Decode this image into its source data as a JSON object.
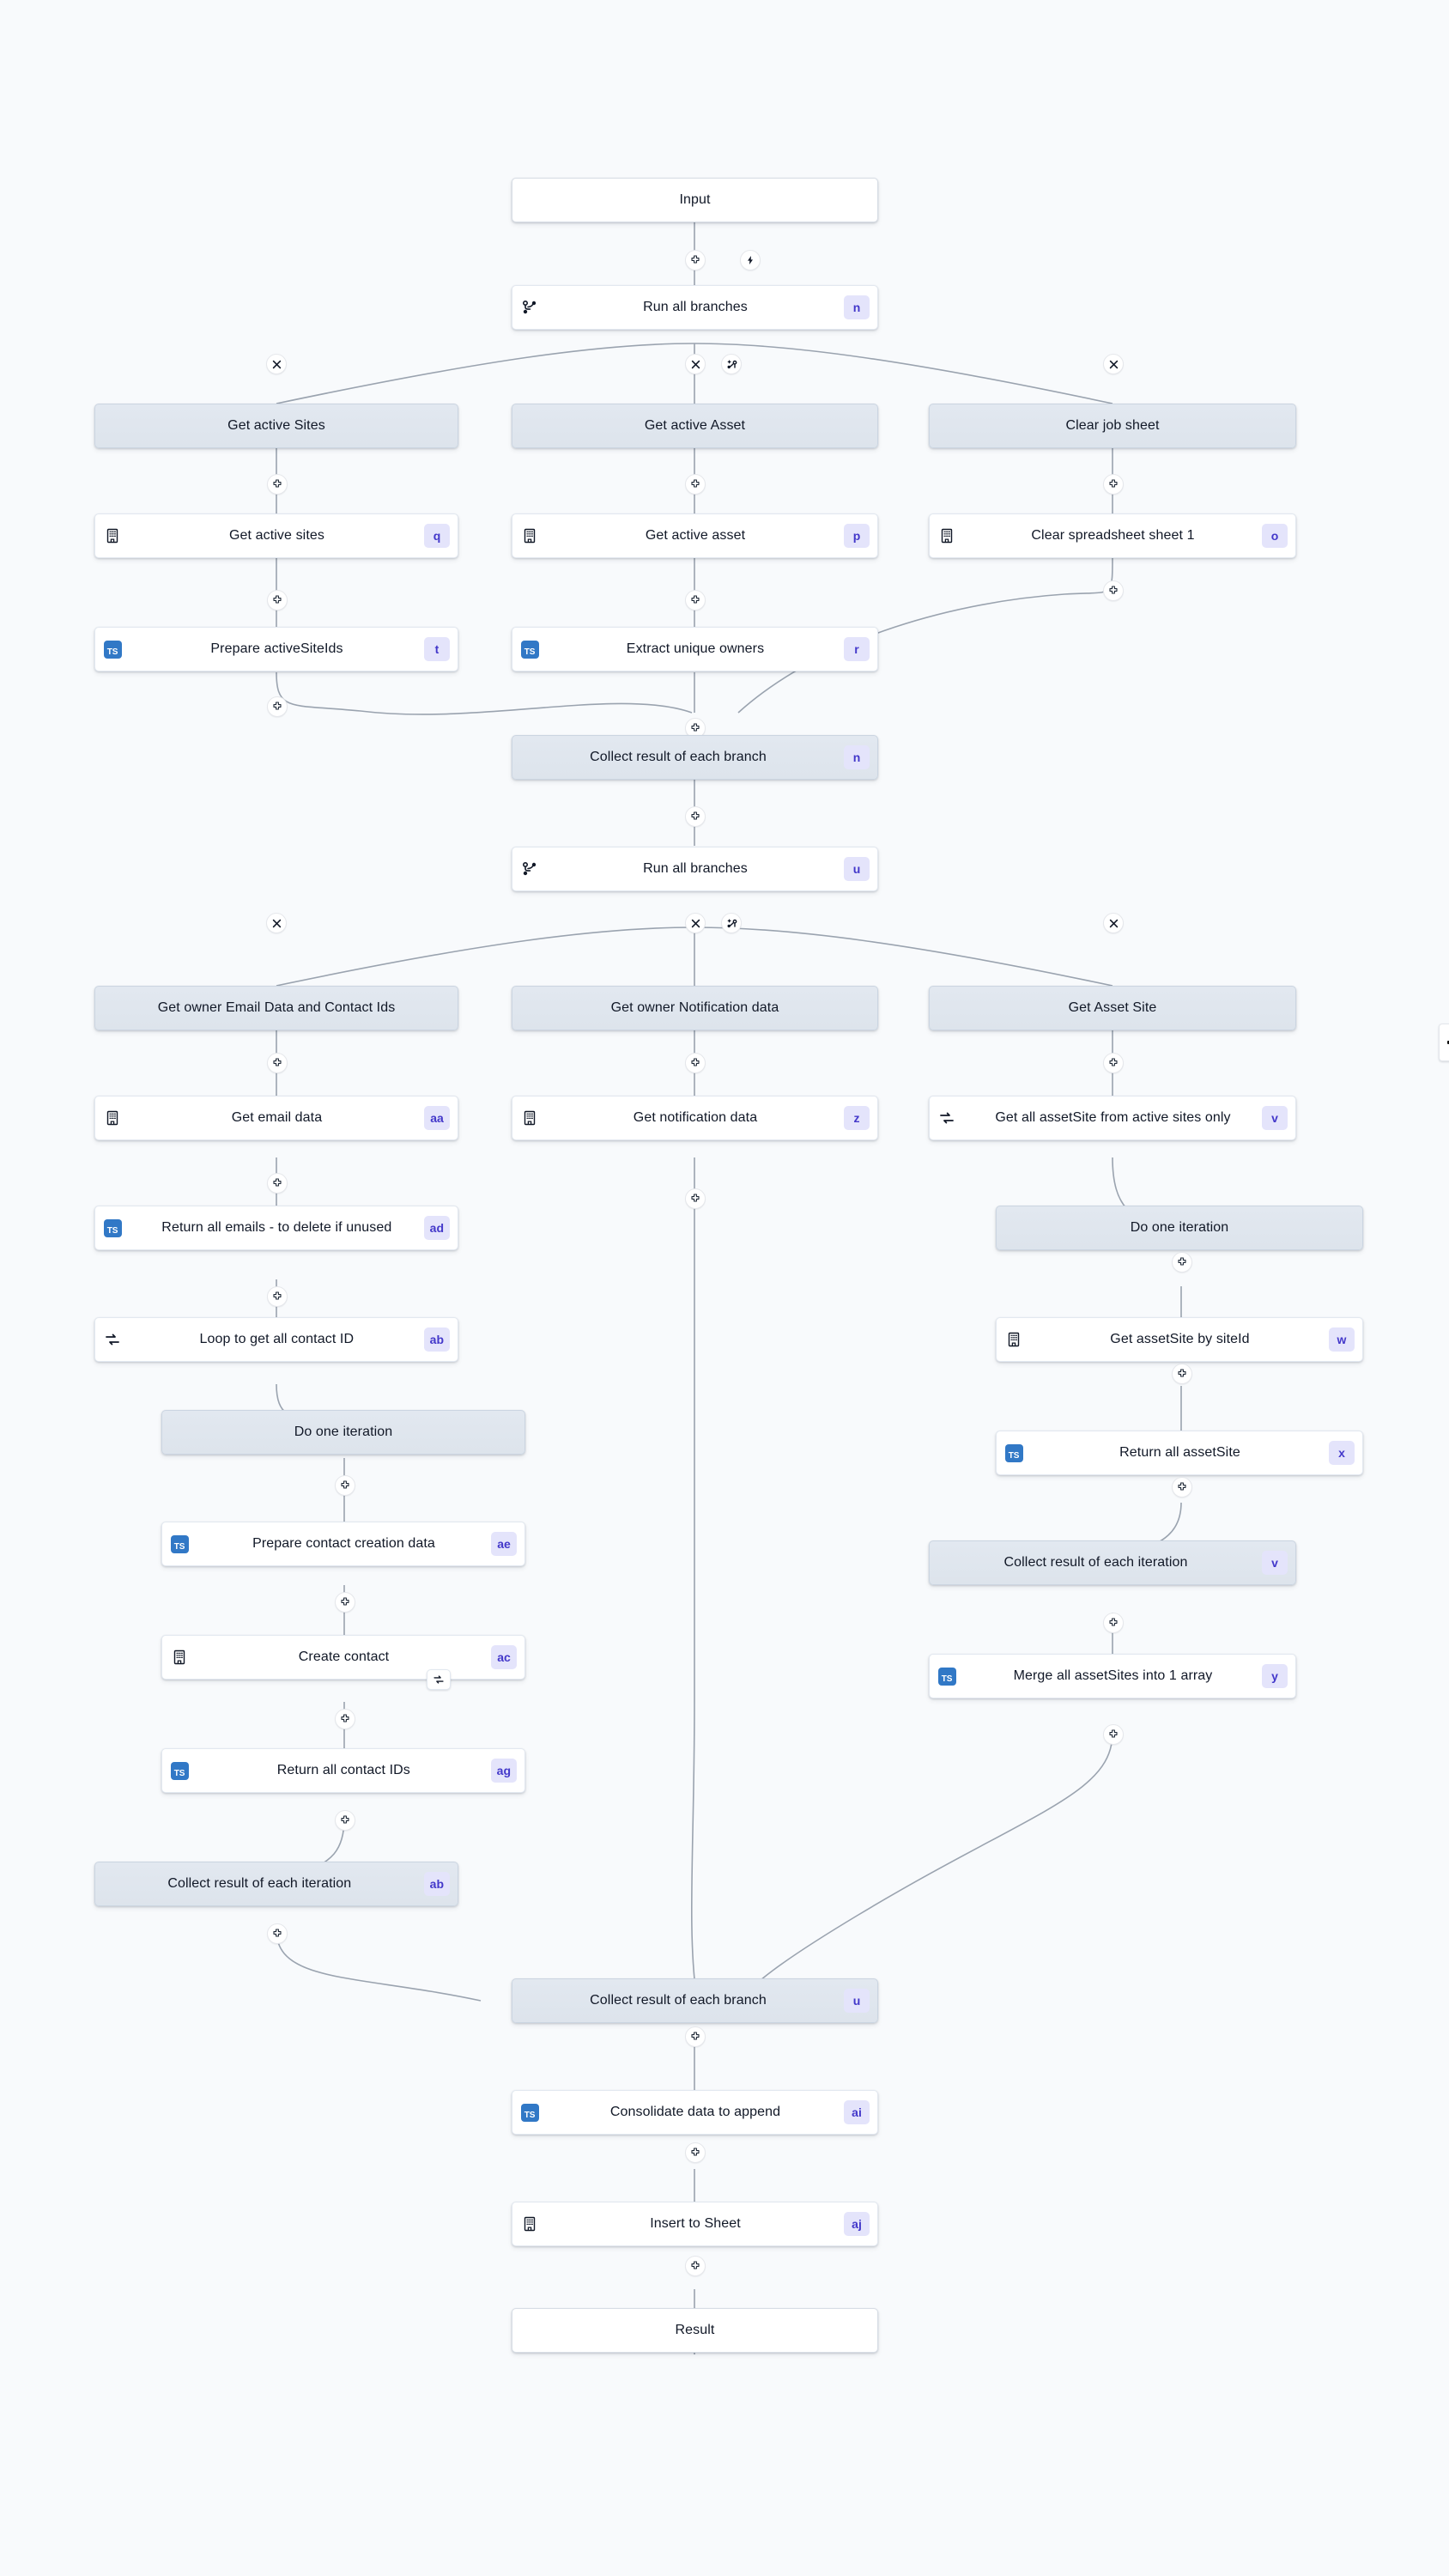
{
  "canvas": {
    "background": "#f8fafc",
    "grey_node_color": "#e2e8f0",
    "badge_bg": "#e4e4fb",
    "badge_text_color": "#4338ca",
    "ts_icon_color": "#3178c6",
    "edge_color": "#94a3b8"
  },
  "nodes": [
    {
      "id": "input",
      "label": "Input",
      "badge": "",
      "icon": "none",
      "style": "terminal"
    },
    {
      "id": "run1",
      "label": "Run all branches",
      "badge": "n",
      "icon": "branch-icon",
      "style": "white"
    },
    {
      "id": "b1h",
      "label": "Get active Sites",
      "badge": "",
      "icon": "none",
      "style": "grey"
    },
    {
      "id": "b2h",
      "label": "Get active Asset",
      "badge": "",
      "icon": "none",
      "style": "grey"
    },
    {
      "id": "b3h",
      "label": "Clear job sheet",
      "badge": "",
      "icon": "none",
      "style": "grey"
    },
    {
      "id": "q",
      "label": "Get active sites",
      "badge": "q",
      "icon": "building-icon",
      "style": "white"
    },
    {
      "id": "p",
      "label": "Get active asset",
      "badge": "p",
      "icon": "building-icon",
      "style": "white"
    },
    {
      "id": "o",
      "label": "Clear spreadsheet sheet 1",
      "badge": "o",
      "icon": "building-icon",
      "style": "white"
    },
    {
      "id": "t",
      "label": "Prepare activeSiteIds",
      "badge": "t",
      "icon": "typescript-icon",
      "style": "white"
    },
    {
      "id": "r",
      "label": "Extract unique owners",
      "badge": "r",
      "icon": "typescript-icon",
      "style": "white"
    },
    {
      "id": "collect1",
      "label": "Collect result of each branch",
      "badge": "n",
      "icon": "none",
      "style": "grey"
    },
    {
      "id": "run2",
      "label": "Run all branches",
      "badge": "u",
      "icon": "branch-icon",
      "style": "white"
    },
    {
      "id": "c1h",
      "label": "Get owner Email Data and Contact Ids",
      "badge": "",
      "icon": "none",
      "style": "grey"
    },
    {
      "id": "c2h",
      "label": "Get owner Notification data",
      "badge": "",
      "icon": "none",
      "style": "grey"
    },
    {
      "id": "c3h",
      "label": "Get Asset Site",
      "badge": "",
      "icon": "none",
      "style": "grey"
    },
    {
      "id": "aa",
      "label": "Get email data",
      "badge": "aa",
      "icon": "building-icon",
      "style": "white"
    },
    {
      "id": "z",
      "label": "Get notification data",
      "badge": "z",
      "icon": "building-icon",
      "style": "white"
    },
    {
      "id": "v",
      "label": "Get all assetSite from active sites only",
      "badge": "v",
      "icon": "loop-icon",
      "style": "white"
    },
    {
      "id": "ad",
      "label": "Return all emails - to delete if unused",
      "badge": "ad",
      "icon": "typescript-icon",
      "style": "white"
    },
    {
      "id": "doiter_r",
      "label": "Do one iteration",
      "badge": "",
      "icon": "none",
      "style": "grey"
    },
    {
      "id": "ab_loop",
      "label": "Loop to get all contact ID",
      "badge": "ab",
      "icon": "loop-icon",
      "style": "white"
    },
    {
      "id": "w",
      "label": "Get assetSite by siteId",
      "badge": "w",
      "icon": "building-icon",
      "style": "white"
    },
    {
      "id": "doiter_l",
      "label": "Do one iteration",
      "badge": "",
      "icon": "none",
      "style": "grey"
    },
    {
      "id": "x",
      "label": "Return all assetSite",
      "badge": "x",
      "icon": "typescript-icon",
      "style": "white"
    },
    {
      "id": "ae",
      "label": "Prepare contact creation data",
      "badge": "ae",
      "icon": "typescript-icon",
      "style": "white"
    },
    {
      "id": "collect_v",
      "label": "Collect result of each iteration",
      "badge": "v",
      "icon": "none",
      "style": "grey"
    },
    {
      "id": "ac",
      "label": "Create contact",
      "badge": "ac",
      "icon": "building-icon",
      "style": "white"
    },
    {
      "id": "y",
      "label": "Merge all assetSites into 1 array",
      "badge": "y",
      "icon": "typescript-icon",
      "style": "white"
    },
    {
      "id": "ag",
      "label": "Return all contact IDs",
      "badge": "ag",
      "icon": "typescript-icon",
      "style": "white"
    },
    {
      "id": "collect_ab",
      "label": "Collect result of each iteration",
      "badge": "ab",
      "icon": "none",
      "style": "grey"
    },
    {
      "id": "collect2",
      "label": "Collect result of each branch",
      "badge": "u",
      "icon": "none",
      "style": "grey"
    },
    {
      "id": "ai",
      "label": "Consolidate data to append",
      "badge": "ai",
      "icon": "typescript-icon",
      "style": "white"
    },
    {
      "id": "aj",
      "label": "Insert to Sheet",
      "badge": "aj",
      "icon": "building-icon",
      "style": "white"
    },
    {
      "id": "result",
      "label": "Result",
      "badge": "",
      "icon": "none",
      "style": "terminal"
    }
  ],
  "handles": [
    {
      "id": "h-input-run1",
      "type": "plus-icon"
    },
    {
      "id": "h-trigger",
      "type": "lightning-icon"
    },
    {
      "id": "h-run1-close",
      "type": "close-icon"
    },
    {
      "id": "h-run1-addbr",
      "type": "add-branch-icon"
    },
    {
      "id": "h-b1-close",
      "type": "close-icon"
    },
    {
      "id": "h-b3-close",
      "type": "close-icon"
    },
    {
      "id": "h-b1-plus",
      "type": "plus-icon"
    },
    {
      "id": "h-b2-plus",
      "type": "plus-icon"
    },
    {
      "id": "h-b3-plus",
      "type": "plus-icon"
    },
    {
      "id": "h-q-plus",
      "type": "plus-icon"
    },
    {
      "id": "h-p-plus",
      "type": "plus-icon"
    },
    {
      "id": "h-o-plus",
      "type": "plus-icon"
    },
    {
      "id": "h-t-plus",
      "type": "plus-icon"
    },
    {
      "id": "h-r-plus",
      "type": "plus-icon"
    },
    {
      "id": "h-collect1-plus",
      "type": "plus-icon"
    },
    {
      "id": "h-run2-close",
      "type": "close-icon"
    },
    {
      "id": "h-run2-addbr",
      "type": "add-branch-icon"
    },
    {
      "id": "h-c1-close",
      "type": "close-icon"
    },
    {
      "id": "h-c3-close",
      "type": "close-icon"
    },
    {
      "id": "h-c1-plus",
      "type": "plus-icon"
    },
    {
      "id": "h-c2-plus",
      "type": "plus-icon"
    },
    {
      "id": "h-c3-plus",
      "type": "plus-icon"
    },
    {
      "id": "h-aa-plus",
      "type": "plus-icon"
    },
    {
      "id": "h-z-plus",
      "type": "plus-icon"
    },
    {
      "id": "h-ad-plus",
      "type": "plus-icon"
    },
    {
      "id": "h-doiterR-plus",
      "type": "plus-icon"
    },
    {
      "id": "h-w-plus",
      "type": "plus-icon"
    },
    {
      "id": "h-doiterL-plus",
      "type": "plus-icon"
    },
    {
      "id": "h-ae-plus",
      "type": "plus-icon"
    },
    {
      "id": "h-x-plus",
      "type": "plus-icon"
    },
    {
      "id": "h-ac-plus",
      "type": "plus-icon"
    },
    {
      "id": "h-collectv-plus",
      "type": "plus-icon"
    },
    {
      "id": "h-ag-plus",
      "type": "plus-icon"
    },
    {
      "id": "h-y-plus",
      "type": "plus-icon"
    },
    {
      "id": "h-collectab-plus",
      "type": "plus-icon"
    },
    {
      "id": "h-collect2-plus",
      "type": "plus-icon"
    },
    {
      "id": "h-ai-plus",
      "type": "plus-icon"
    },
    {
      "id": "h-aj-plus",
      "type": "plus-icon"
    },
    {
      "id": "h-ac-loop",
      "type": "loop-icon"
    }
  ]
}
